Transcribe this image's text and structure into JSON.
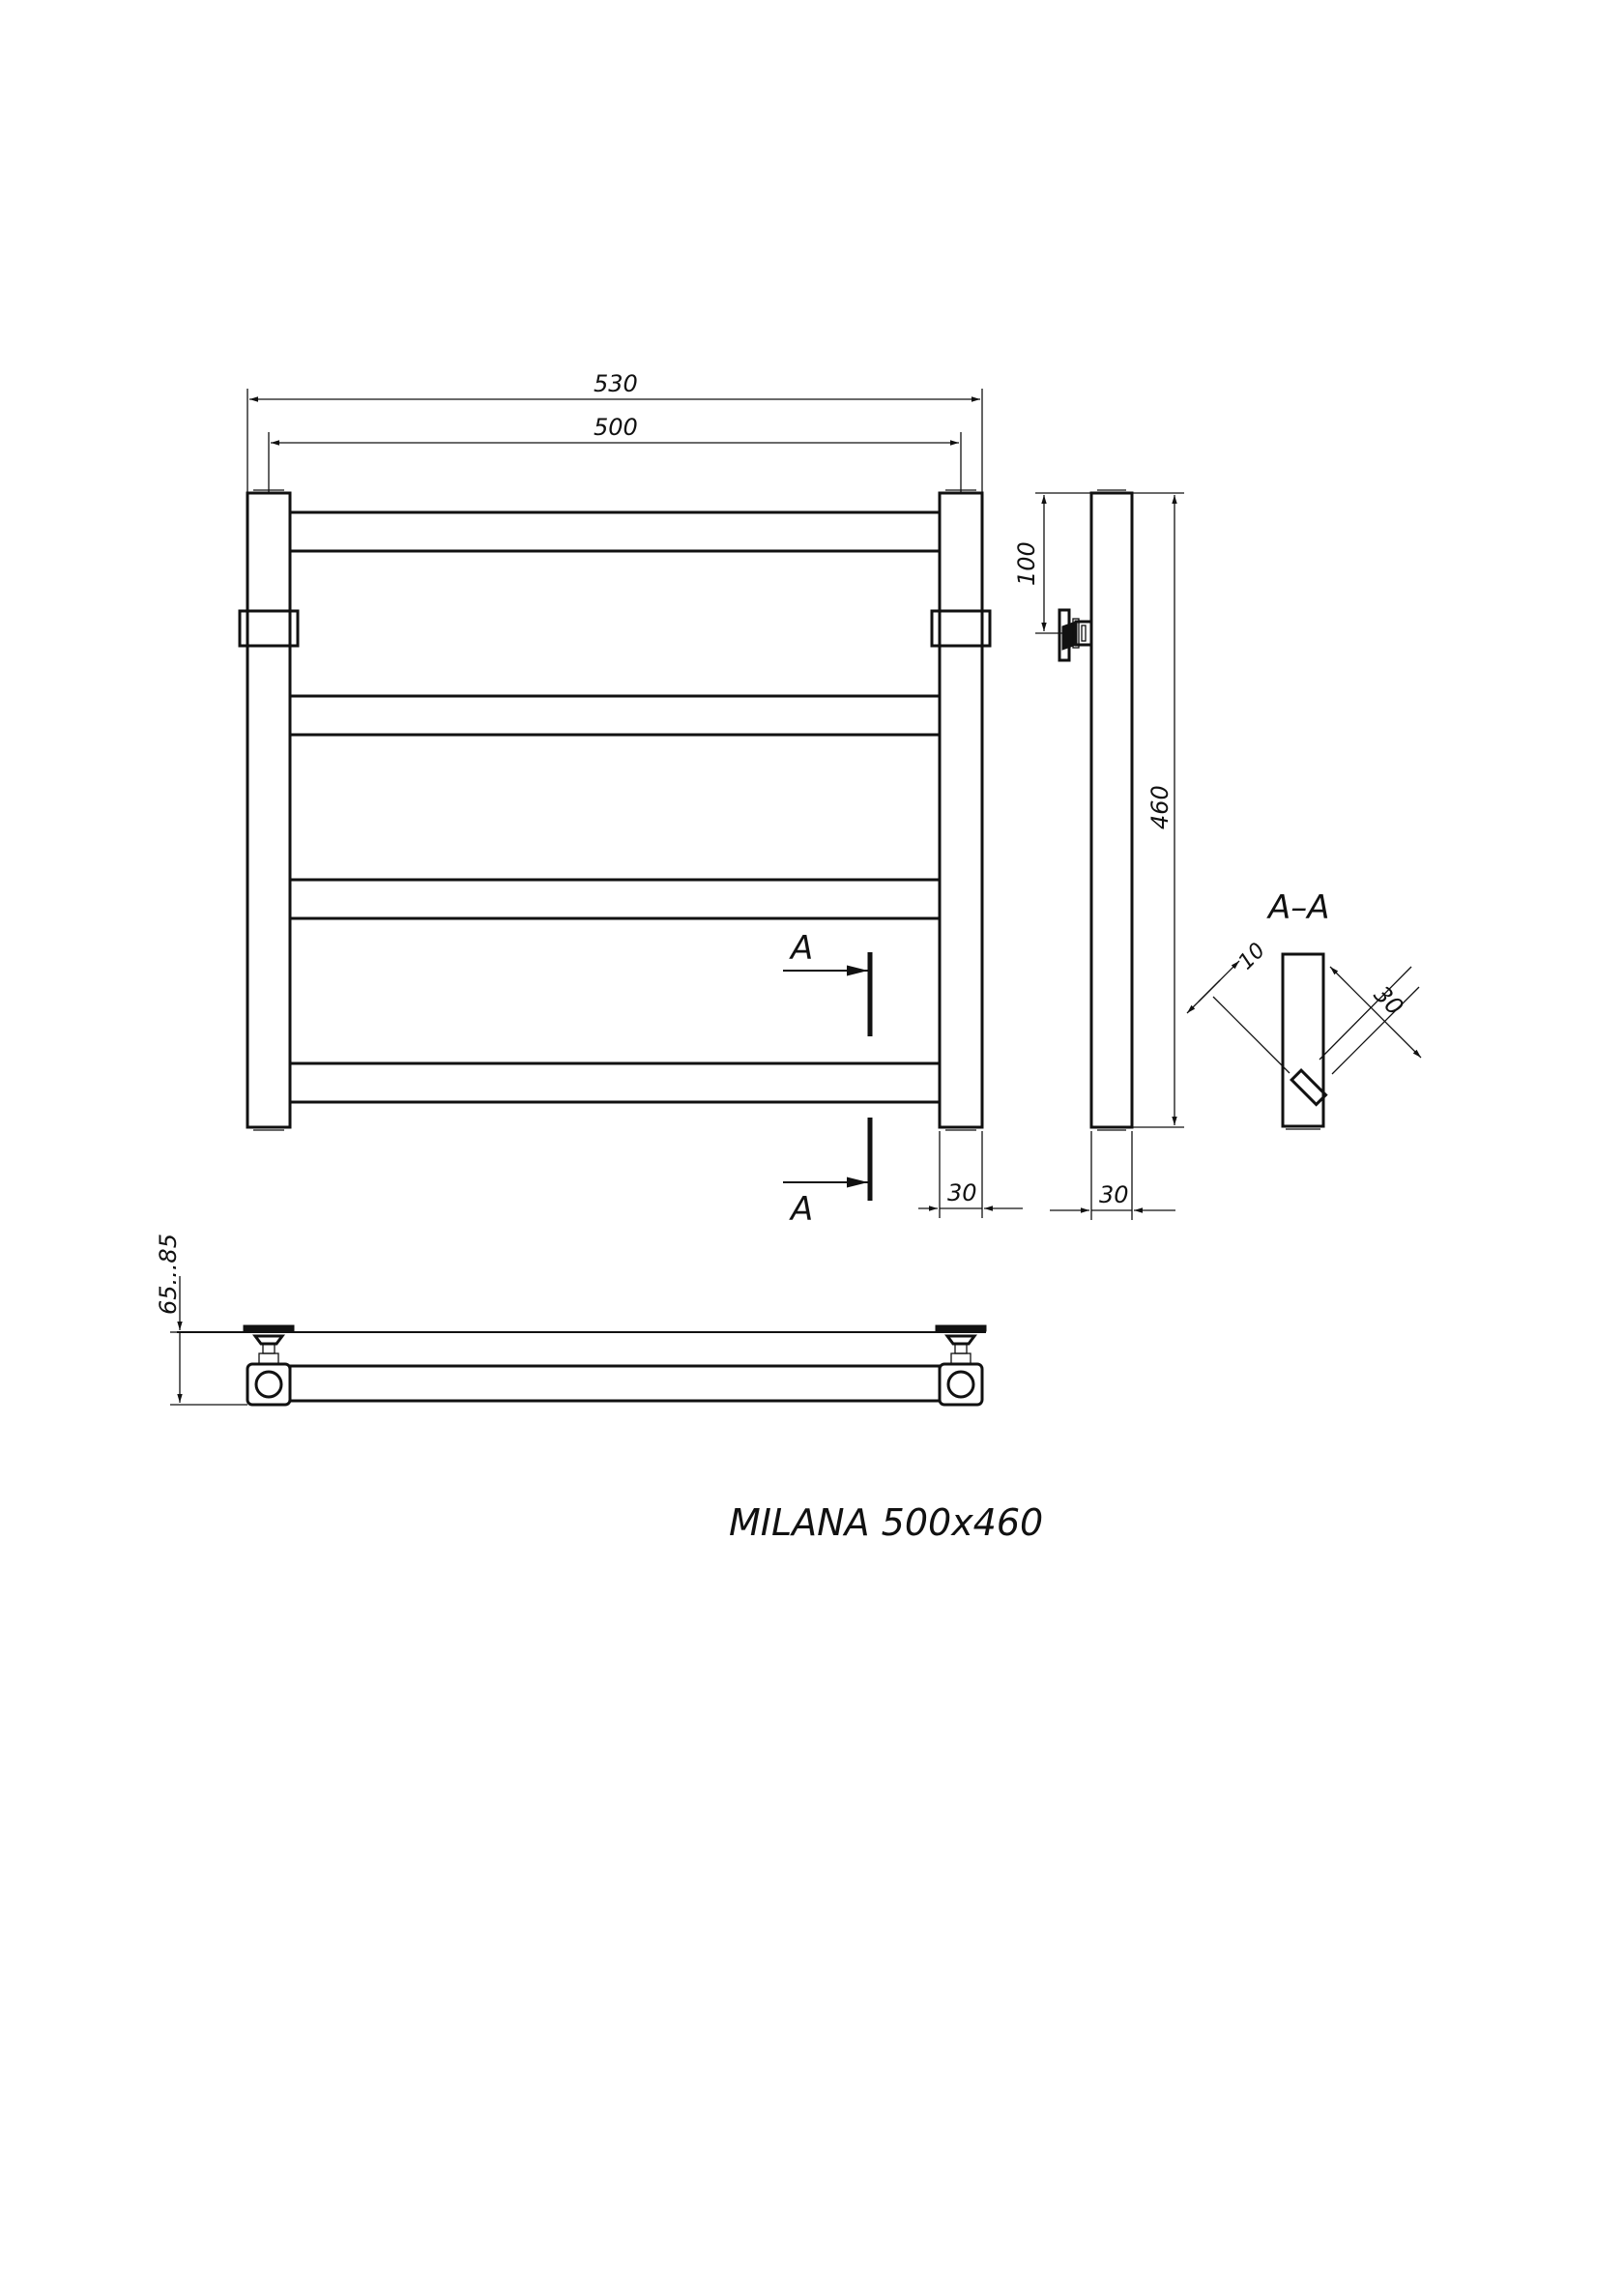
{
  "dimensions": {
    "overall_width": "530",
    "rail_width": "500",
    "valve_height": "100",
    "height": "460",
    "front_depth": "30",
    "side_depth": "30",
    "section_10": "10",
    "section_30": "30",
    "wall_distance": "65...85"
  },
  "section": {
    "title": "A–A",
    "marker_top": "A",
    "marker_bottom": "A"
  },
  "caption": "MILANA 500x460"
}
